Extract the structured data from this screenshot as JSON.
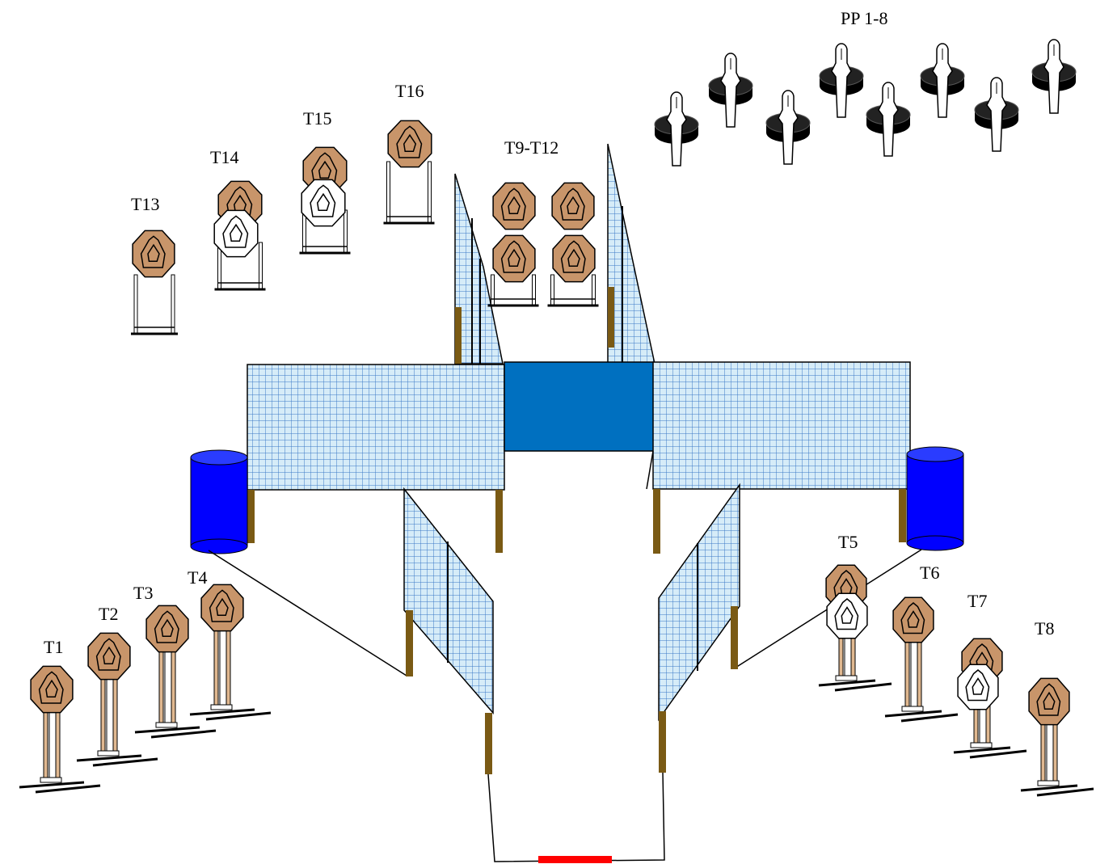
{
  "labels": {
    "t1": "T1",
    "t2": "T2",
    "t3": "T3",
    "t4": "T4",
    "t5": "T5",
    "t6": "T6",
    "t7": "T7",
    "t8": "T8",
    "t9_t12": "T9-T12",
    "t13": "T13",
    "t14": "T14",
    "t15": "T15",
    "t16": "T16",
    "pp": "PP 1-8"
  },
  "colors": {
    "target_fill": "#c8956a",
    "no_shoot_fill": "#ffffff",
    "mesh_fill": "#d6ecf8",
    "mesh_line": "#3a78c6",
    "wall_solid": "#0070c0",
    "barrel": "#0000ff",
    "post": "#7a5a14",
    "stand_wood": "#e0b890",
    "plate_black": "#000000",
    "start_box": "#ff0000"
  },
  "icons": {
    "target": "octagon-target-icon",
    "no_shoot": "no-shoot-target-icon",
    "plate": "pepper-popper-icon",
    "barrel": "barrel-icon"
  }
}
